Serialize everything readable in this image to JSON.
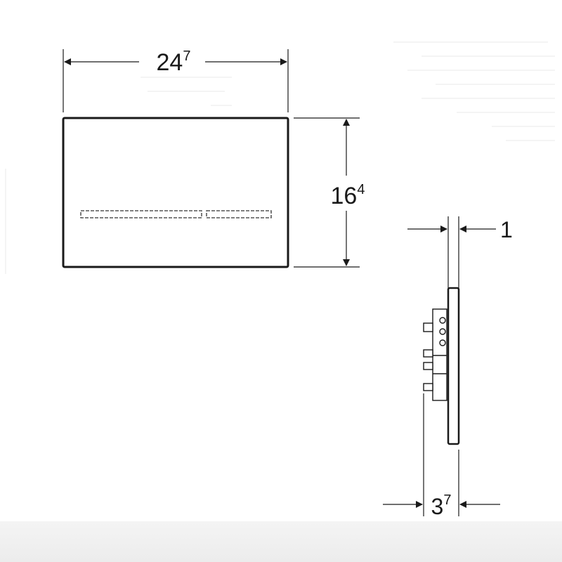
{
  "colors": {
    "line": "#1a1a1a",
    "background": "#ffffff",
    "faint": "#e6e6e6"
  },
  "front_view": {
    "width_dimension": {
      "base": "24",
      "sup": "7"
    },
    "height_dimension": {
      "base": "16",
      "sup": "4"
    }
  },
  "side_view": {
    "plate_thickness_dimension": {
      "base": "1",
      "sup": ""
    },
    "depth_dimension": {
      "base": "3",
      "sup": "7"
    }
  }
}
